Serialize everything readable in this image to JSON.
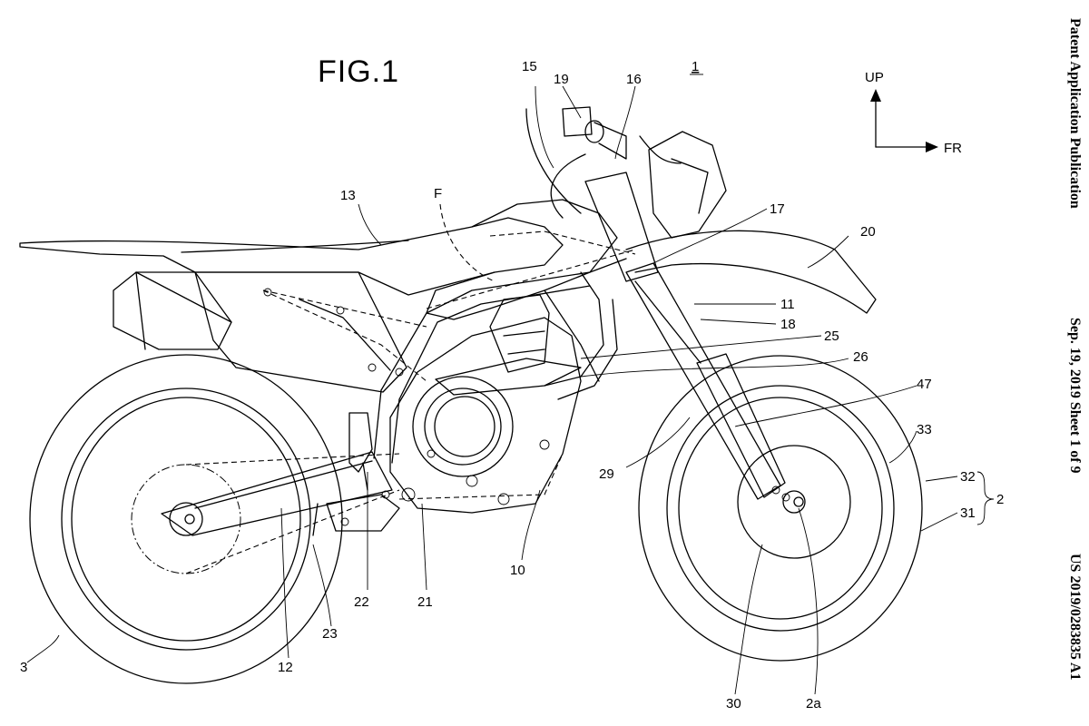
{
  "figure_title": "FIG.1",
  "header": {
    "publication": "Patent Application Publication",
    "date_sheet": "Sep. 19, 2019  Sheet 1 of 9",
    "number": "US 2019/0283835 A1"
  },
  "direction": {
    "up": "UP",
    "forward": "FR"
  },
  "main_ref": "1",
  "labels": {
    "l15": "15",
    "l19": "19",
    "l16": "16",
    "l13": "13",
    "lF": "F",
    "l17": "17",
    "l20": "20",
    "l11": "11",
    "l18": "18",
    "l25": "25",
    "l26": "26",
    "l47": "47",
    "l33": "33",
    "l32": "32",
    "l2": "2",
    "l31": "31",
    "l29": "29",
    "l10": "10",
    "l22": "22",
    "l21": "21",
    "l3": "3",
    "l23": "23",
    "l12": "12",
    "l30": "30",
    "l2a": "2a"
  }
}
